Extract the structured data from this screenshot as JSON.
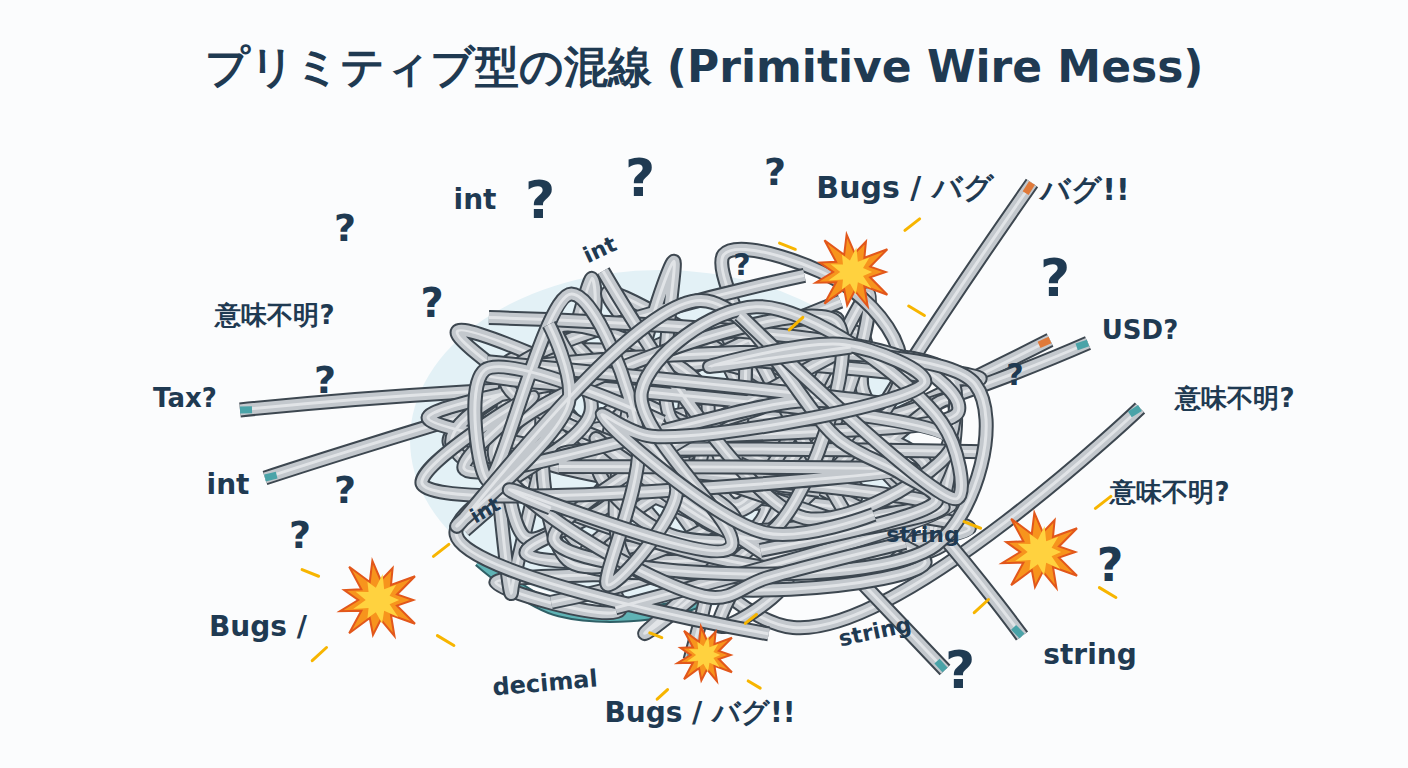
{
  "diagram": {
    "title": "プリミティブ型の混線 (Primitive Wire Mess)",
    "labels": [
      "?",
      "?",
      "Bugs / バグ",
      "バグ!!",
      "int",
      "?",
      "?",
      "int",
      "?",
      "?",
      "?",
      "意味不明?",
      "USD?",
      "?",
      "?",
      "Tax?",
      "意味不明?",
      "int",
      "?",
      "意味不明?",
      "int",
      "string",
      "?",
      "?",
      "Bugs /",
      "string",
      "string",
      "?",
      "decimal",
      "Bugs / バグ!!"
    ]
  }
}
